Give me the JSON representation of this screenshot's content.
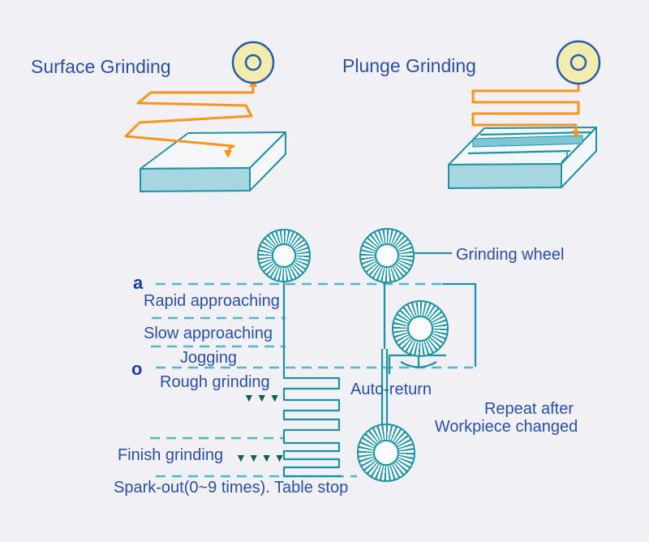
{
  "colors": {
    "background": "#f0f0f5",
    "text_blue": "#2b4fa5",
    "dark_blue": "#1b3f9e",
    "teal": "#1d94a5",
    "dash_teal": "#55b6ca",
    "orange": "#f7941d",
    "wheel_yellow_fill": "#f2edae",
    "wheel_border_blue": "#2b5cab",
    "block_fill": "#a7d6e0",
    "block_light": "#f4f6f8",
    "groove_fill": "#7ec6d6",
    "marker_green": "#0f5f4f"
  },
  "sections": {
    "surface": {
      "title": "Surface Grinding"
    },
    "plunge": {
      "title": "Plunge Grinding"
    }
  },
  "cycle": {
    "point_a": "a",
    "point_o": "o",
    "labels": {
      "rapid": "Rapid approaching",
      "slow": "Slow approaching",
      "jogging": "Jogging",
      "rough": "Rough grinding",
      "rough_markers": "▼▼▼",
      "finish": "Finish grinding",
      "finish_markers": "▼▼▼▼",
      "spark_out": "Spark-out(0~9 times). Table stop",
      "auto_return": "Auto-return",
      "grinding_wheel": "Grinding wheel",
      "repeat_line1": "Repeat after",
      "repeat_line2": "Workpiece changed"
    }
  }
}
